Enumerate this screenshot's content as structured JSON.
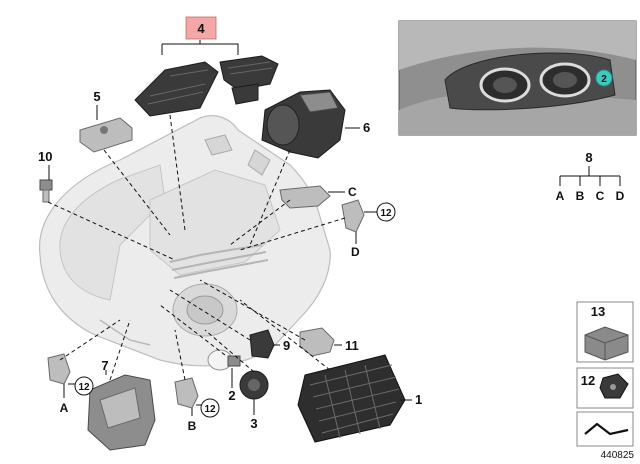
{
  "callouts": {
    "c1": "1",
    "c2": "2",
    "c3": "3",
    "c4": "4",
    "c5": "5",
    "c6": "6",
    "c7": "7",
    "c8": "8",
    "c9": "9",
    "c10": "10",
    "c11": "11",
    "c13": "13",
    "c12_box": "12"
  },
  "letters": {
    "a": "A",
    "b": "B",
    "c": "C",
    "d": "D"
  },
  "refs": {
    "r12": "12"
  },
  "tree8": {
    "a": "A",
    "b": "B",
    "c": "C",
    "d": "D"
  },
  "inset": {
    "marker": "2"
  },
  "diagram_id": "440825",
  "colors": {
    "highlight_box": "#f3a7a7",
    "inset_marker": "#3fc9c0"
  }
}
